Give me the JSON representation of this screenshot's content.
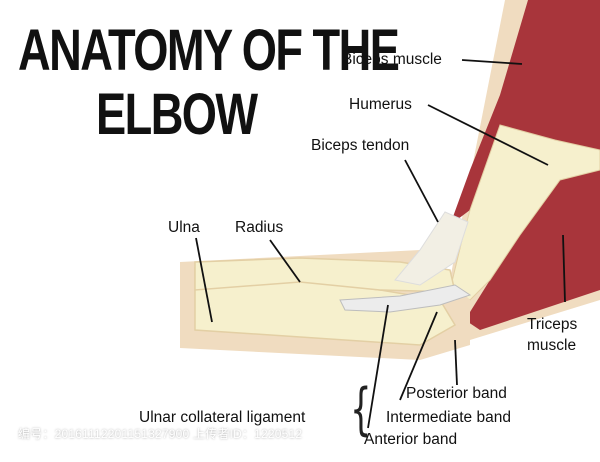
{
  "title_line1": "ANATOMY OF THE",
  "title_line2": "ELBOW",
  "labels": {
    "biceps_muscle": "Biceps muscle",
    "humerus": "Humerus",
    "biceps_tendon": "Biceps tendon",
    "ulna": "Ulna",
    "radius": "Radius",
    "triceps_line1": "Triceps",
    "triceps_line2": "muscle",
    "posterior_band": "Posterior band",
    "intermediate_band": "Intermediate band",
    "ulnar_collateral_ligament": "Ulnar collateral ligament",
    "anterior_band": "Anterior band"
  },
  "watermark": "编号：20161112201151327900 上传者ID：1220512",
  "colors": {
    "muscle": "#a8353b",
    "muscle_light": "#c9575b",
    "skin": "#f0dcc0",
    "bone": "#f6f0cd",
    "bone_edge": "#e3cfa4",
    "ligament": "#d8d8d8"
  }
}
